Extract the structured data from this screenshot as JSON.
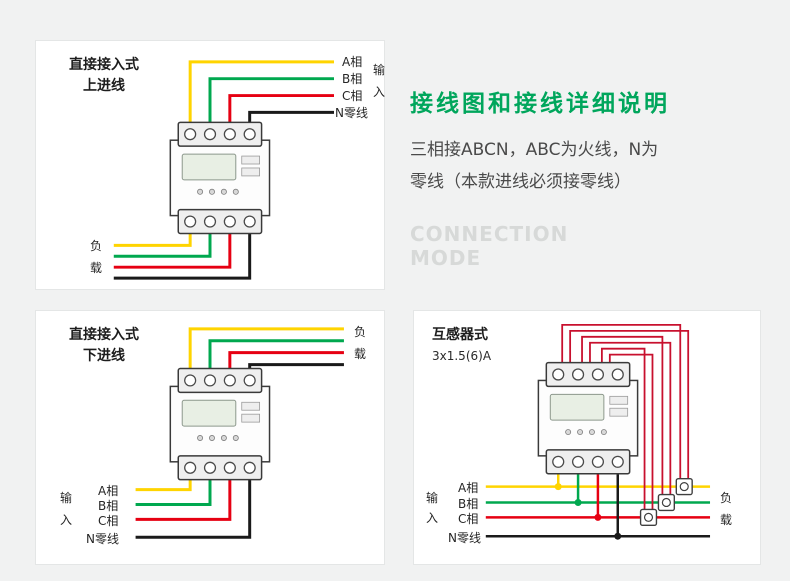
{
  "colors": {
    "accent-green": "#00a65c",
    "watermark-gray": "#d7d9d8",
    "phase-a": "#ffd400",
    "phase-b": "#00a84f",
    "phase-c": "#e60012",
    "phase-n": "#1a1a1a",
    "ct-red": "#c8102e"
  },
  "info": {
    "title": "接线图和接线详细说明",
    "desc-line1": "三相接ABCN，ABC为火线，N为",
    "desc-line2": "零线（本款进线必须接零线）",
    "watermark-line1": "CONNECTION",
    "watermark-line2": "MODE"
  },
  "panel-top-in": {
    "title-line1": "直接接入式",
    "title-line2": "上进线",
    "label-a": "A相",
    "label-b": "B相",
    "label-c": "C相",
    "label-n": "N零线",
    "input-1": "输",
    "input-2": "入",
    "load-1": "负",
    "load-2": "载"
  },
  "panel-bottom-in": {
    "title-line1": "直接接入式",
    "title-line2": "下进线",
    "label-a": "A相",
    "label-b": "B相",
    "label-c": "C相",
    "label-n": "N零线",
    "input-1": "输",
    "input-2": "入",
    "load-1": "负",
    "load-2": "载"
  },
  "panel-ct": {
    "title-line1": "互感器式",
    "title-line2": "3x1.5(6)A",
    "label-a": "A相",
    "label-b": "B相",
    "label-c": "C相",
    "label-n": "N零线",
    "input-1": "输",
    "input-2": "入",
    "load-1": "负",
    "load-2": "载"
  }
}
